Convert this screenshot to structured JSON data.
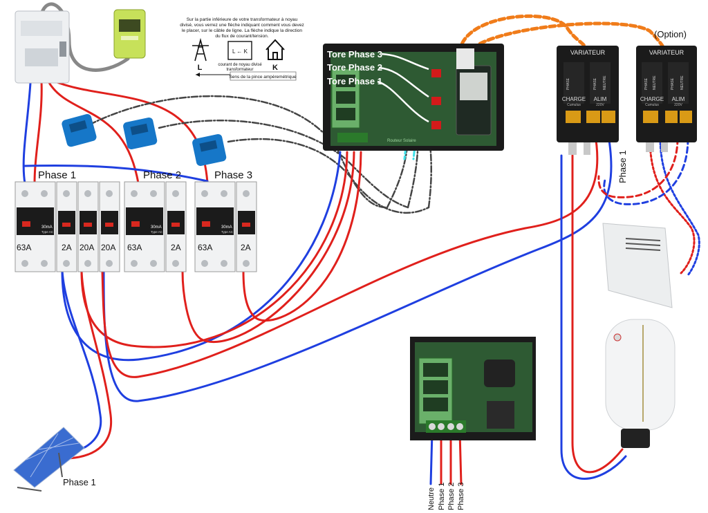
{
  "colors": {
    "phase_wire": "#e0201c",
    "neutral_wire": "#1f3fe0",
    "sensor_wire": "#444444",
    "option_wire": "#f07c1a",
    "ct_clamp": "#1677c8",
    "box_dark": "#1a1a1a",
    "pcb_green": "#2e5a33"
  },
  "breakers": {
    "phase1_label": "Phase 1",
    "phase2_label": "Phase 2",
    "phase3_label": "Phase 3",
    "main1_rating": "63A",
    "main2_rating": "63A",
    "main3_rating": "63A",
    "diff_label": "30mA",
    "diff_type": "Type AC",
    "b1": "2A",
    "b2": "20A",
    "b3": "20A",
    "b4": "2A",
    "b5": "2A"
  },
  "instructions": {
    "text_line1": "Sur la partie inférieure de votre transformateur à noyau",
    "text_line2": "divisé, vous verrez une flèche indiquant comment vous devez",
    "text_line3": "le placer, sur le câble de ligne. La flèche indique la direction",
    "text_line4": "du flux de courant/tension.",
    "core_label": "L ← K",
    "core_caption1": "courant de noyau divisé",
    "core_caption2": "transformateur",
    "left_letter": "L",
    "right_letter": "K",
    "direction_caption": "Sens de la pince ampèremétrique"
  },
  "router": {
    "tore3": "Tore Phase 3",
    "tore2": "Tore Phase 2",
    "tore1": "Tore Phase 1",
    "brand": "Routeur Solaire"
  },
  "variators": {
    "title": "VARIATEUR",
    "option_label": "(Option)",
    "phase": "PHASE",
    "neutre": "NEUTRE",
    "charge": "CHARGE",
    "cumulus": "Cumulus",
    "alim": "ALIM",
    "v220": "220V",
    "phase1_vertical": "Phase 1"
  },
  "solar": {
    "phase_label": "Phase 1"
  },
  "terminal": {
    "neutre": "Neutre",
    "phase1": "Phase 1",
    "phase2": "Phase 2",
    "phase3": "Phase 3"
  },
  "icons": [
    "meter-icon",
    "linky-icon",
    "pylon-icon",
    "house-icon",
    "ct-clamp-icon",
    "solar-panel-icon",
    "radiator-icon",
    "water-heater-icon"
  ]
}
